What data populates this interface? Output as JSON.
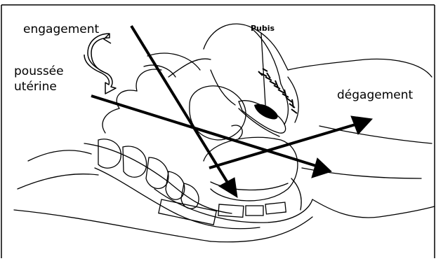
{
  "labels": {
    "engagement": "engagement",
    "poussee_line1": "poussée",
    "poussee_line2": "utérine",
    "degagement": "dégagement",
    "pubis": "Pubis"
  },
  "colors": {
    "ink": "#000000",
    "background": "#ffffff"
  }
}
